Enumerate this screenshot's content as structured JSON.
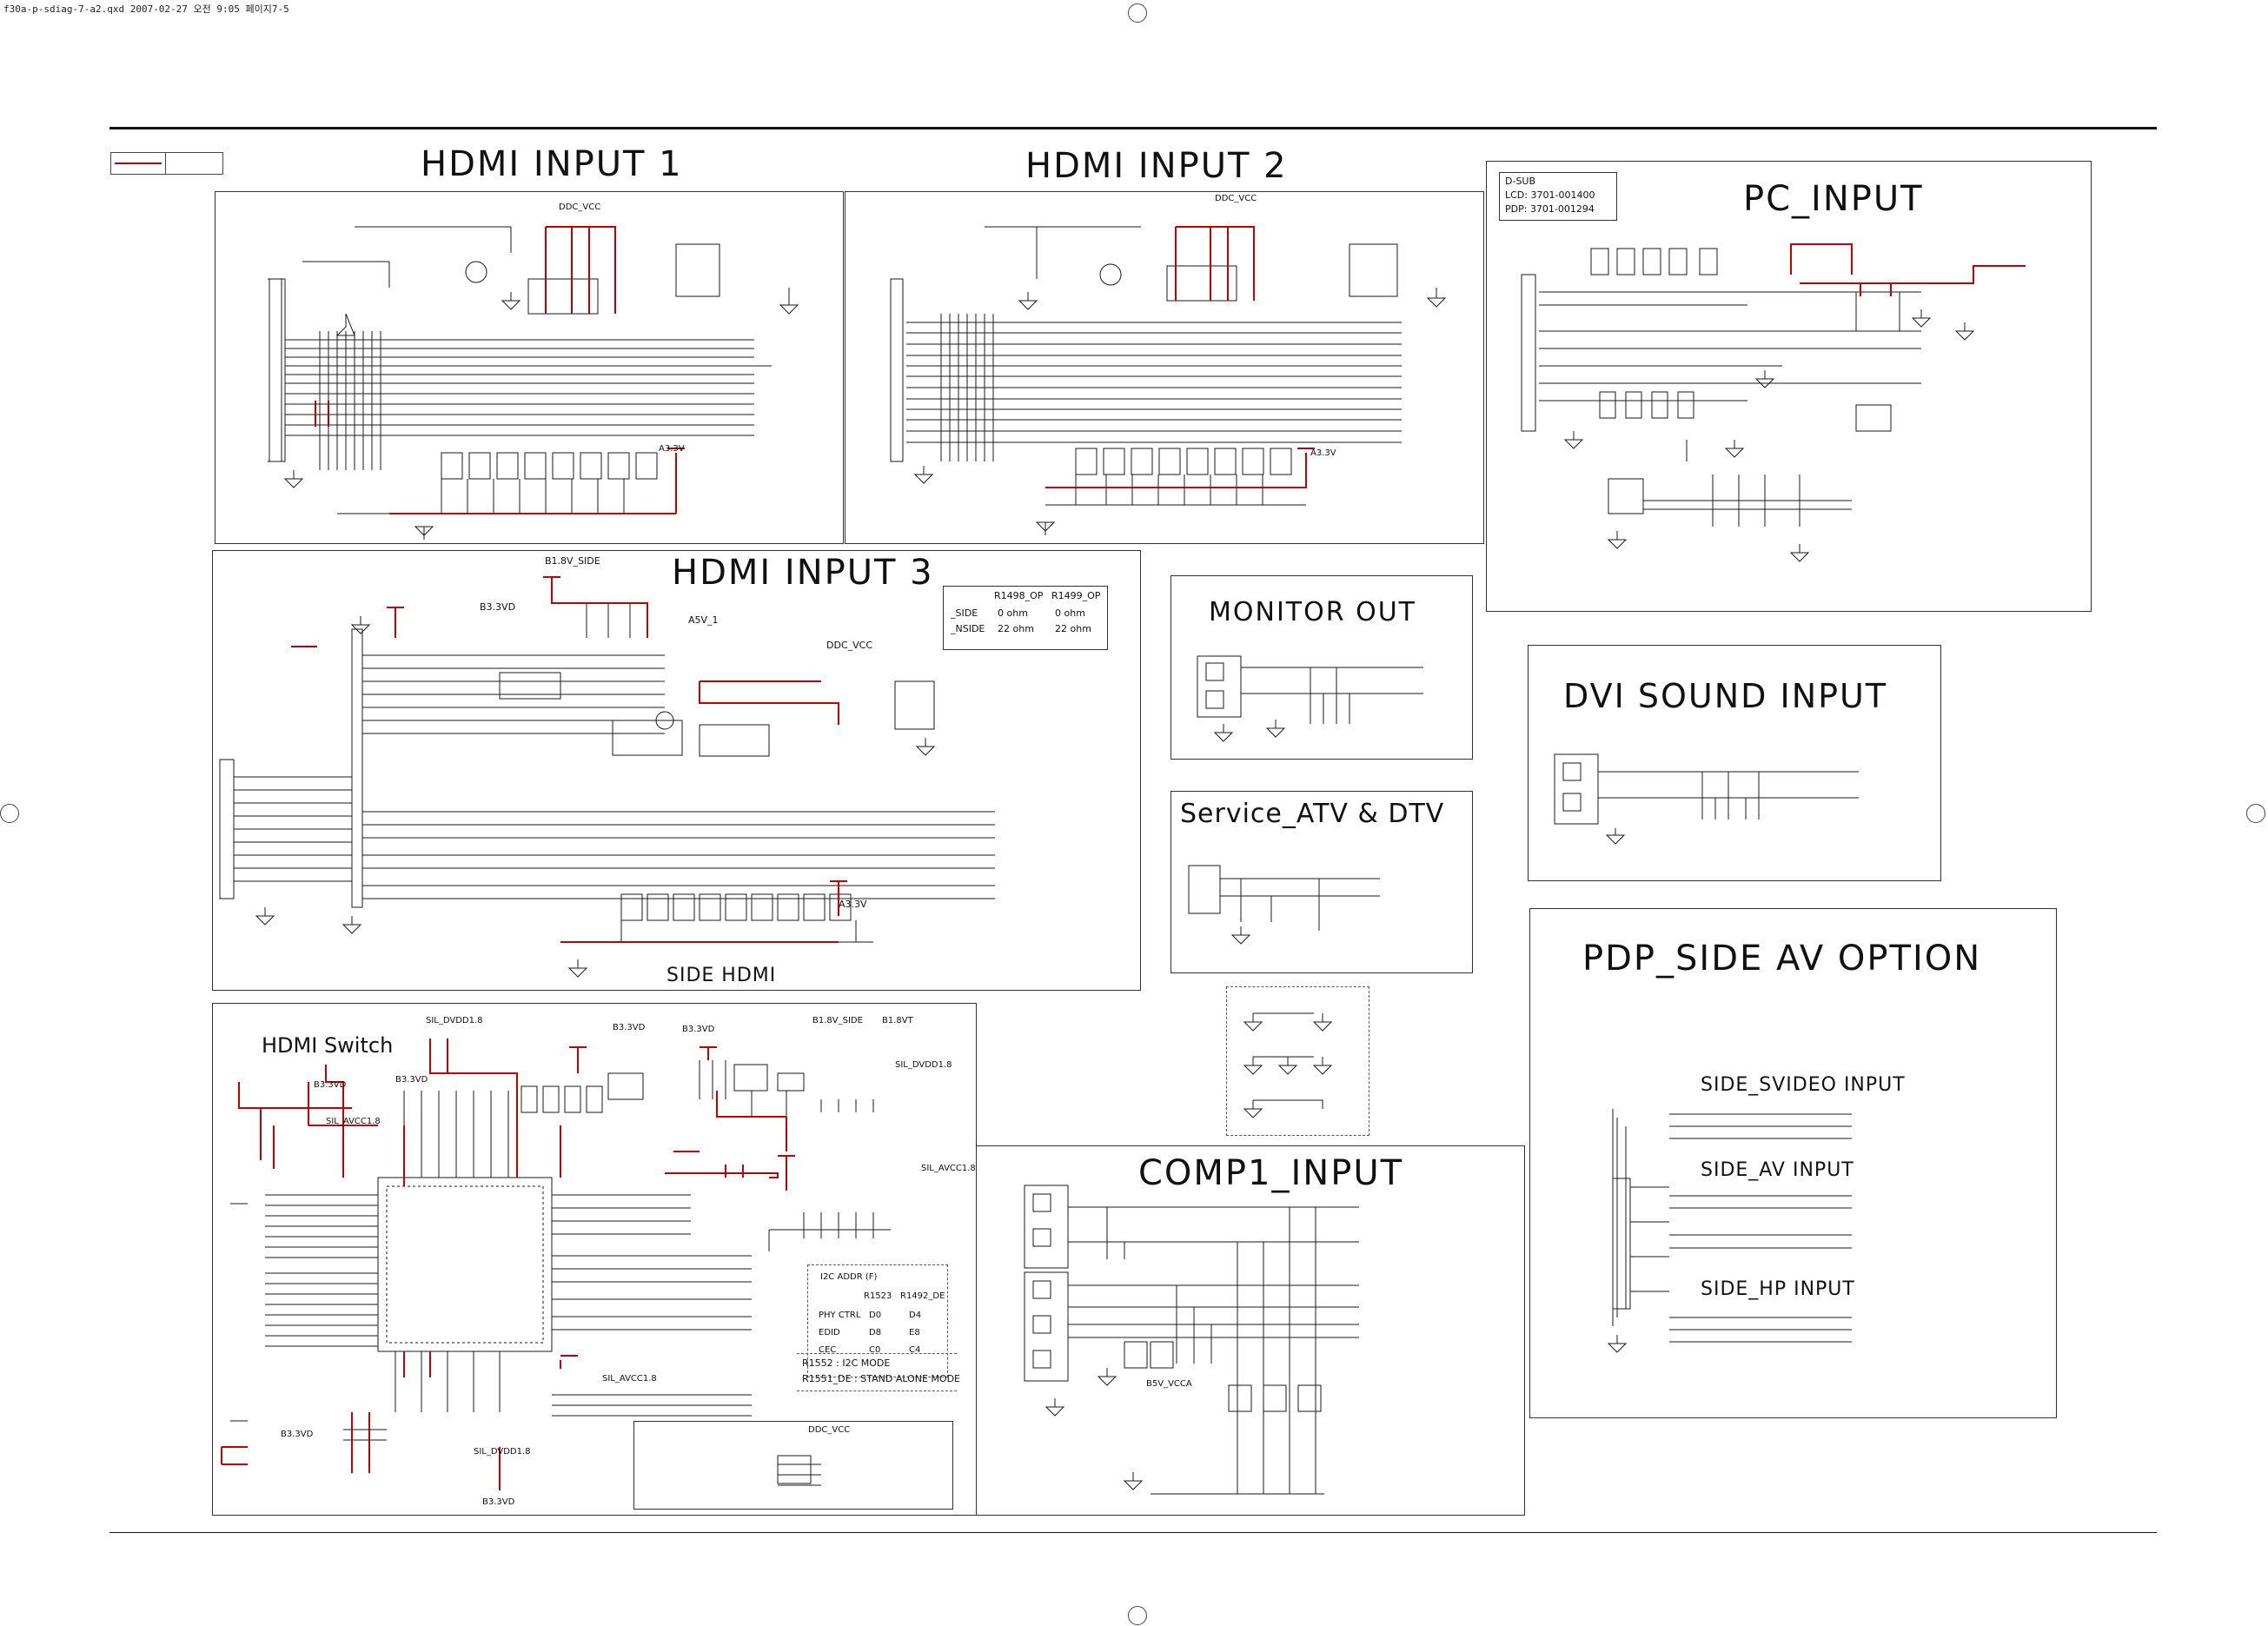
{
  "header": {
    "file_info": "f30a-p-sdiag-7-a2.qxd  2007-02-27  오전 9:05  페이지7-5"
  },
  "panels": {
    "hdmi1": {
      "title": "HDMI INPUT 1"
    },
    "hdmi2": {
      "title": "HDMI INPUT 2"
    },
    "pc": {
      "title": "PC_INPUT",
      "dsub_label": "D-SUB",
      "lcd_code": "LCD: 3701-001400",
      "pdp_code": "PDP: 3701-001294"
    },
    "hdmi3": {
      "title": "HDMI INPUT 3",
      "footer": "SIDE HDMI",
      "option_table": {
        "headers": [
          "",
          "R1498_OP",
          "R1499_OP"
        ],
        "rows": [
          {
            "label": "_SIDE",
            "a": "0 ohm",
            "b": "0 ohm"
          },
          {
            "label": "_NSIDE",
            "a": "22 ohm",
            "b": "22 ohm"
          }
        ]
      }
    },
    "monitor_out": {
      "title": "MONITOR OUT"
    },
    "service": {
      "title": "Service_ATV & DTV"
    },
    "dvi_sound": {
      "title": "DVI SOUND INPUT"
    },
    "pdp_side": {
      "title": "PDP_SIDE AV OPTION",
      "sections": [
        "SIDE_SVIDEO INPUT",
        "SIDE_AV INPUT",
        "SIDE_HP INPUT"
      ]
    },
    "hdmi_switch": {
      "title": "HDMI Switch",
      "rails": [
        "B3.3VD",
        "B3.3VD",
        "SIL_AVCC1.8",
        "SIL_DVDD1.8",
        "B3.3VD",
        "B3.3VD",
        "B1.8V_SIDE",
        "B1.8VT",
        "SIL_DVDD1.8",
        "SIL_AVCC1.8",
        "SIL_AVCC1.8",
        "B3.3VD",
        "SIL_DVDD1.8",
        "B3.3VD"
      ],
      "addr_table": {
        "title": "I2C ADDR (F)",
        "headers": [
          "",
          "R1523",
          "R1492_DE"
        ],
        "rows": [
          {
            "label": "PHY CTRL",
            "a": "D0",
            "b": "D4"
          },
          {
            "label": "EDID",
            "a": "D8",
            "b": "E8"
          },
          {
            "label": "CEC",
            "a": "C0",
            "b": "C4"
          }
        ]
      },
      "mode_lines": [
        "R1552 : I2C MODE",
        "R1551_DE : STAND ALONE MODE"
      ],
      "ddc_vcc": "DDC_VCC"
    },
    "comp1": {
      "title": "COMP1_INPUT",
      "rail": "B5V_VCCA"
    }
  },
  "rails": {
    "ddc_vcc": "DDC_VCC",
    "a3v3": "A3.3V",
    "b3v3d": "B3.3VD",
    "b1v8_side": "B1.8V_SIDE",
    "a5v1": "A5V_1",
    "b5v_vcca": "B5V_VCCA"
  },
  "colors": {
    "wire": "#1a1a1a",
    "power_wire": "#c00000",
    "panel_border": "#333333"
  }
}
